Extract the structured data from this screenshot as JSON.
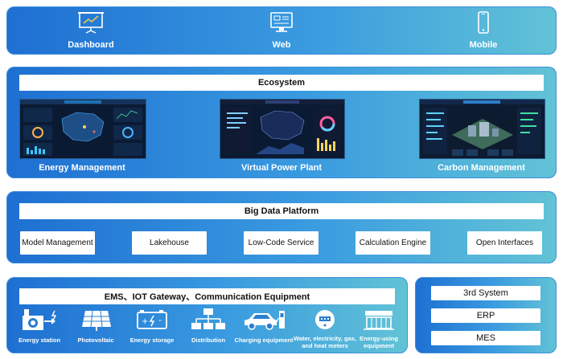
{
  "top": {
    "items": [
      {
        "label": "Dashboard",
        "icon": "presentation-board-icon"
      },
      {
        "label": "Web",
        "icon": "monitor-icon"
      },
      {
        "label": "Mobile",
        "icon": "mobile-phone-icon"
      }
    ]
  },
  "ecosystem": {
    "title": "Ecosystem",
    "apps": [
      {
        "label": "Energy Management"
      },
      {
        "label": "Virtual Power Plant"
      },
      {
        "label": "Carbon Management"
      }
    ]
  },
  "bigdata": {
    "title": "Big Data Platform",
    "modules": [
      "Model Management",
      "Lakehouse",
      "Low-Code Service",
      "Calculation Engine",
      "Open Interfaces"
    ]
  },
  "ems": {
    "title": "EMS、IOT Gateway、Communication Equipment",
    "devices": [
      {
        "label": "Energy station",
        "icon": "energy-station-icon"
      },
      {
        "label": "Photovoltaic",
        "icon": "solar-panel-icon"
      },
      {
        "label": "Energy storage",
        "icon": "battery-icon"
      },
      {
        "label": "Distribution",
        "icon": "distribution-tree-icon"
      },
      {
        "label": "Charging equipment",
        "icon": "electric-car-icon"
      },
      {
        "label": "Water, electricity, gas, and heat meters",
        "icon": "meter-icon"
      },
      {
        "label": "Energy-using equipment",
        "icon": "factory-equipment-icon"
      }
    ]
  },
  "third": {
    "items": [
      "3rd System",
      "ERP",
      "MES"
    ]
  }
}
